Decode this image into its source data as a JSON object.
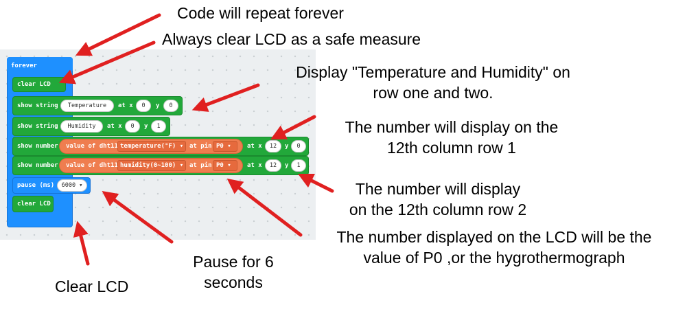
{
  "blocks": {
    "forever": "forever",
    "clear_lcd": "clear LCD",
    "show_string": "show string",
    "show_number": "show number",
    "str1": "Temperature",
    "str2": "Humidity",
    "at_x": "at x",
    "y": "y",
    "val_x0": "0",
    "val_y0": "0",
    "val_x1": "0",
    "val_y1": "1",
    "value_of": "value of dht11",
    "temp_opt": "temperature(°F) ▾",
    "hum_opt": "humidity(0~100) ▾",
    "at_pin": "at pin",
    "pin": "P0 ▾",
    "num_x": "12",
    "num_y1": "0",
    "num_y2": "1",
    "pause": "pause (ms)",
    "pause_val": "6000 ▾"
  },
  "annotations": {
    "repeat": "Code will repeat forever",
    "always_clear": "Always clear LCD as a safe measure",
    "display_line1": "Display \"Temperature and Humidity\" on",
    "display_line2": "row one and two.",
    "num1_line1": "The number will display on the",
    "num1_line2": "12th column row 1",
    "num2_line1": "The number will display",
    "num2_line2": "on the 12th column row 2",
    "p0_line1": "The number displayed on the LCD will be the",
    "p0_line2": "value of P0 ,or the hygrothermograph",
    "pause_line1": "Pause for 6",
    "pause_line2": "seconds",
    "clear_lcd": "Clear LCD"
  },
  "colors": {
    "loop": "#1e90ff",
    "lcd_block": "#22a83a",
    "sensor_block": "#ef7d4f",
    "arrow": "#e02020"
  }
}
